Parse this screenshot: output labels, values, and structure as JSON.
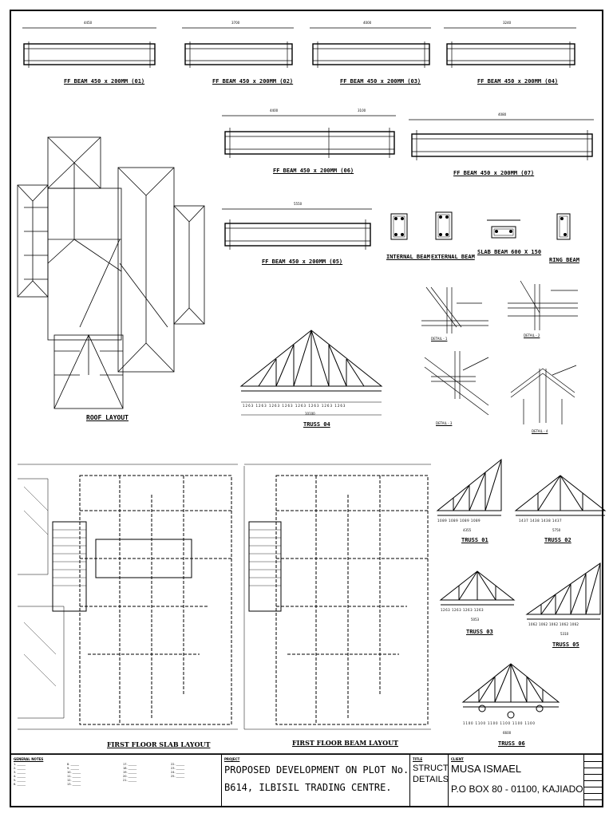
{
  "beams": {
    "fb1": "FF BEAM 450 x 200MM (01)",
    "fb2": "FF BEAM 450 x 200MM (02)",
    "fb3": "FF BEAM 450 x 200MM (03)",
    "fb4": "FF BEAM 450 x 200MM (04)",
    "fb6": "FF BEAM 450 x 200MM (06)",
    "fb7": "FF BEAM 450 x 200MM (07)",
    "fb5": "FF BEAM 450 x 200MM (05)",
    "dims": {
      "d1": "4450",
      "d2": "3700",
      "d3": "4000",
      "d4": "3240",
      "d5": "4400",
      "d6": "3100",
      "d7": "5550",
      "d8": "4080"
    }
  },
  "sections": {
    "internal": "INTERNAL BEAM",
    "external": "EXTERNAL BEAM",
    "slab": "SLAB BEAM  600 X 150",
    "ring": "RING BEAM"
  },
  "details": {
    "d1": "DETAIL - 1",
    "d2": "DETAIL - 2",
    "d3": "DETAIL - 3",
    "d4": "DETAIL - 4"
  },
  "roof_layout": "ROOF LAYOUT",
  "truss04": {
    "title": "TRUSS 04",
    "bays": [
      "1263",
      "1263",
      "1263",
      "1263",
      "1263",
      "1263",
      "1263",
      "1263"
    ],
    "total": "10100"
  },
  "trusses": {
    "t01": {
      "title": "TRUSS 01",
      "bays": [
        "1089",
        "1089",
        "1089",
        "1089"
      ],
      "total": "4355"
    },
    "t02": {
      "title": "TRUSS 02",
      "bays": [
        "1437",
        "1438",
        "1438",
        "1437"
      ],
      "total": "5750"
    },
    "t03": {
      "title": "TRUSS 03",
      "bays": [
        "1263",
        "1263",
        "1263",
        "1263"
      ],
      "total": "5053"
    },
    "t05": {
      "title": "TRUSS 05",
      "bays": [
        "1062",
        "1062",
        "1062",
        "1062",
        "1062"
      ],
      "total": "5310"
    },
    "t06": {
      "title": "TRUSS 06",
      "bays": [
        "1100",
        "1100",
        "1100",
        "1100",
        "1100",
        "1100"
      ],
      "total": "6600"
    }
  },
  "plans": {
    "slab": "FIRST FLOOR SLAB LAYOUT",
    "beam": "FIRST FLOOR BEAM LAYOUT"
  },
  "title_block": {
    "general_notes_label": "GENERAL NOTES",
    "project_label": "PROJECT",
    "project_line1": "PROPOSED DEVELOPMENT ON PLOT No.",
    "project_line2": "B614, ILBISIL TRADING CENTRE.",
    "title_label": "TITLE",
    "title_line1": "STRUCTURAL",
    "title_line2": "DETAILS",
    "client_label": "CLIENT",
    "client_name": "MUSA ISMAEL",
    "client_address": "P.O BOX 80 - 01100, KAJIADO"
  }
}
